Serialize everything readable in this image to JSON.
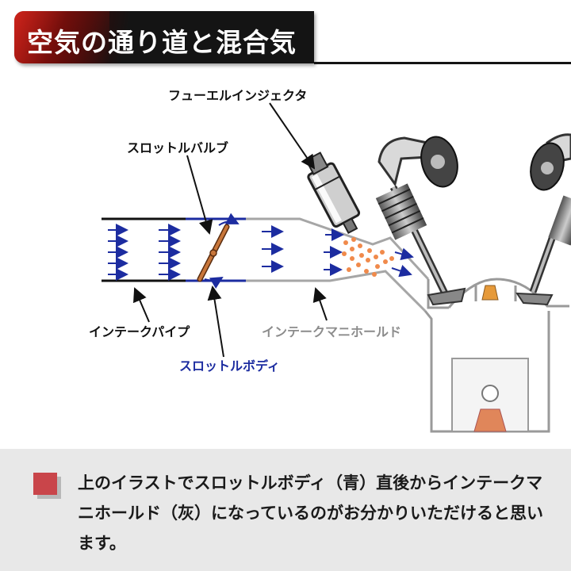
{
  "title": "空気の通り道と混合気",
  "labels": {
    "fuel_injector": "フューエルインジェクタ",
    "throttle_valve": "スロットルバルブ",
    "intake_pipe": "インテークパイプ",
    "intake_manifold": "インテークマニホールド",
    "throttle_body": "スロットルボディ"
  },
  "caption": "上のイラストでスロットルボディ（青）直後からインテークマニホールド（灰）になっているのがお分かりいただけると思います。",
  "colors": {
    "title_background": "#141414",
    "accent_red": "#c9454a",
    "throttle_body_blue": "#1c2ca0",
    "manifold_gray": "#a6a6a6",
    "fuel_spray": "#f08a4b",
    "caption_background": "#e8e8e8"
  }
}
